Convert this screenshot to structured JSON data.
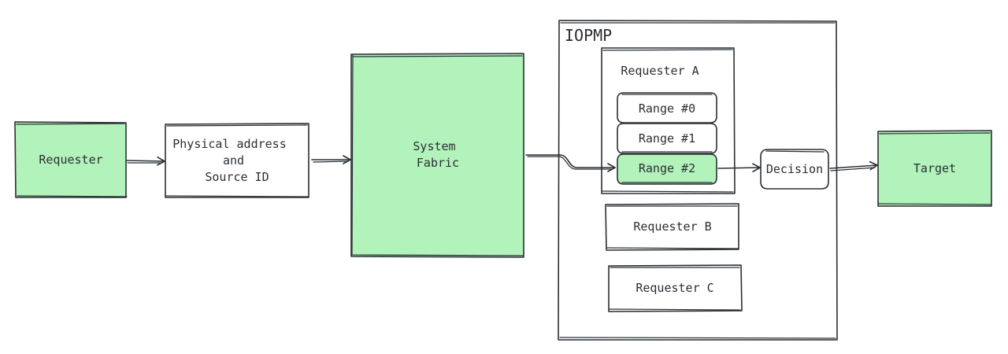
{
  "colors": {
    "green_fill": "#b2f2bb",
    "stroke": "#2b2f33",
    "background": "#ffffff"
  },
  "nodes": {
    "requester": "Requester",
    "physical_address": [
      "Physical address",
      "and",
      "Source ID"
    ],
    "system_fabric": [
      "System",
      "Fabric"
    ],
    "iopmp_title": "IOPMP",
    "requester_a": "Requester A",
    "range_0": "Range #0",
    "range_1": "Range #1",
    "range_2": "Range #2",
    "requester_b": "Requester B",
    "requester_c": "Requester C",
    "decision": "Decision",
    "target": "Target"
  }
}
